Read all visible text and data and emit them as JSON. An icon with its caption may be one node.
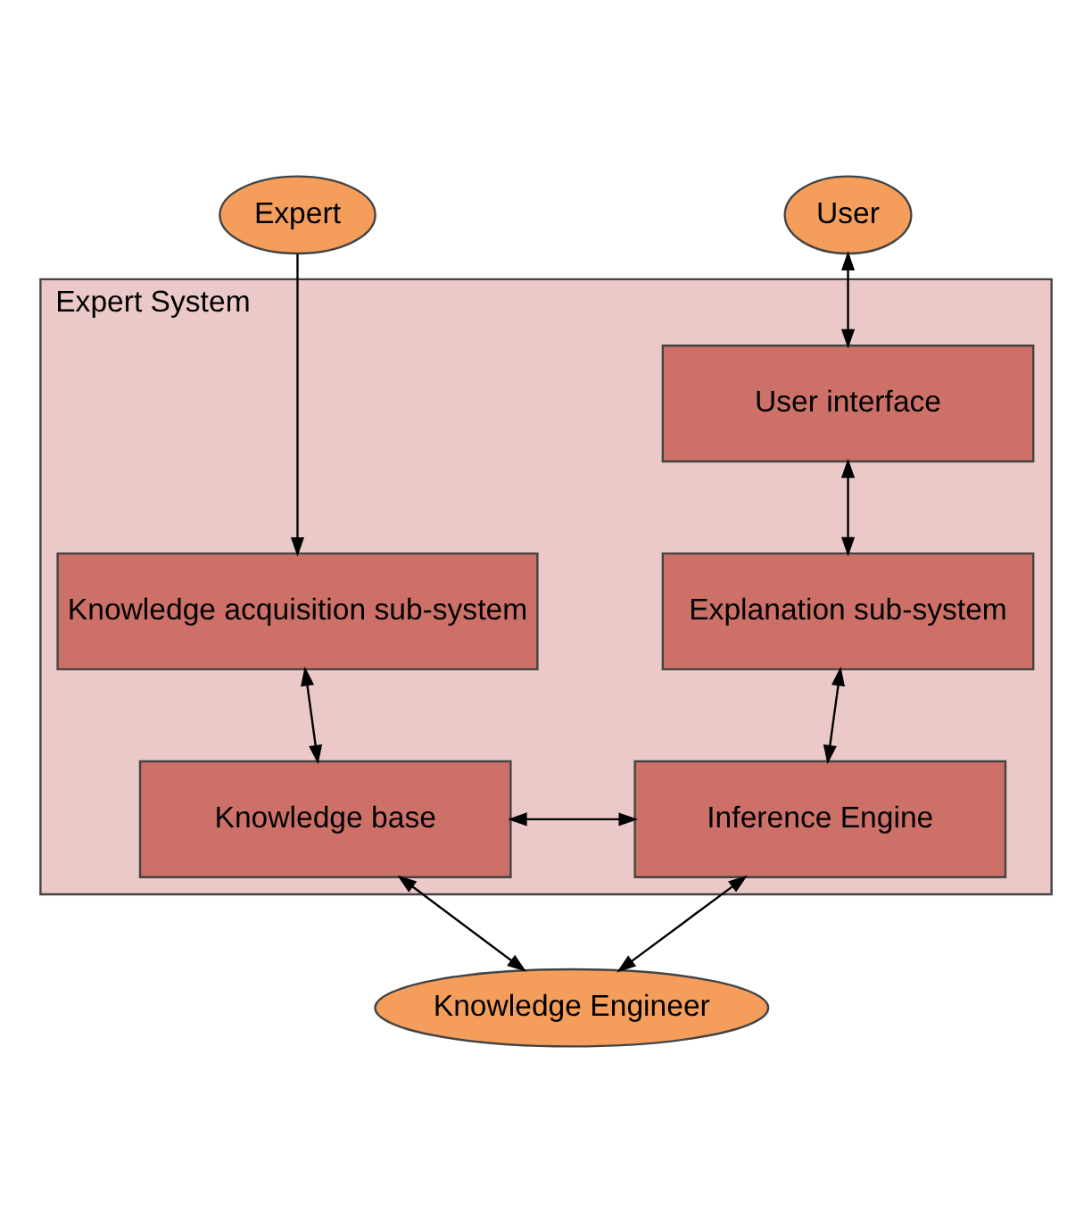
{
  "diagram": {
    "nodes": [
      {
        "text": [
          "Expert"
        ]
      },
      {
        "text": [
          "User"
        ]
      },
      {
        "text": [
          "Expert System"
        ]
      },
      {
        "text": [
          "User interface"
        ],
        "in": 2
      },
      {
        "text": [
          "Knowledge acquisition sub-system"
        ],
        "in": 2
      },
      {
        "text": [
          "Explanation sub-system"
        ],
        "in": 2
      },
      {
        "text": [
          "Knowledge base"
        ],
        "in": 2
      },
      {
        "text": [
          "Inference Engine"
        ],
        "in": 2
      },
      {
        "text": [
          "Knowledge Engineer"
        ]
      }
    ],
    "edges": [
      {
        "from": 0,
        "to": 4,
        "arrow": "to"
      },
      {
        "from": 1,
        "to": 3,
        "arrow": "both"
      },
      {
        "from": 3,
        "to": 5,
        "arrow": "both"
      },
      {
        "from": 4,
        "to": 6,
        "arrow": "both"
      },
      {
        "from": 5,
        "to": 7,
        "arrow": "both"
      },
      {
        "from": 6,
        "to": 7,
        "arrow": "both"
      },
      {
        "from": 6,
        "to": 8,
        "arrow": "both"
      },
      {
        "from": 7,
        "to": 8,
        "arrow": "both"
      }
    ]
  }
}
